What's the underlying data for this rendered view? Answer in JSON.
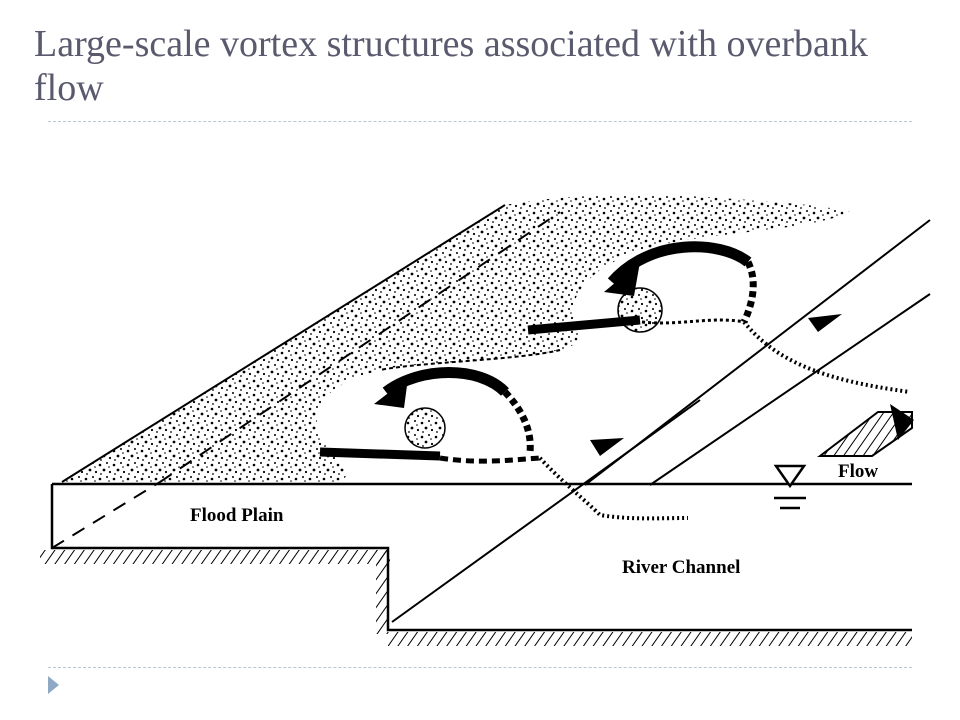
{
  "slide": {
    "title": "Large-scale vortex structures associated with overbank flow",
    "accent_color": "#8fa8c4",
    "title_color": "#5a5a6e",
    "bullet_icon": "triangle-bullet-icon"
  },
  "diagram": {
    "labels": {
      "flood_plain": "Flood Plain",
      "river_channel": "River Channel",
      "flow": "Flow"
    },
    "symbols": [
      "water-surface-icon",
      "flow-arrow-icon",
      "vortex-arrow-icon"
    ]
  }
}
